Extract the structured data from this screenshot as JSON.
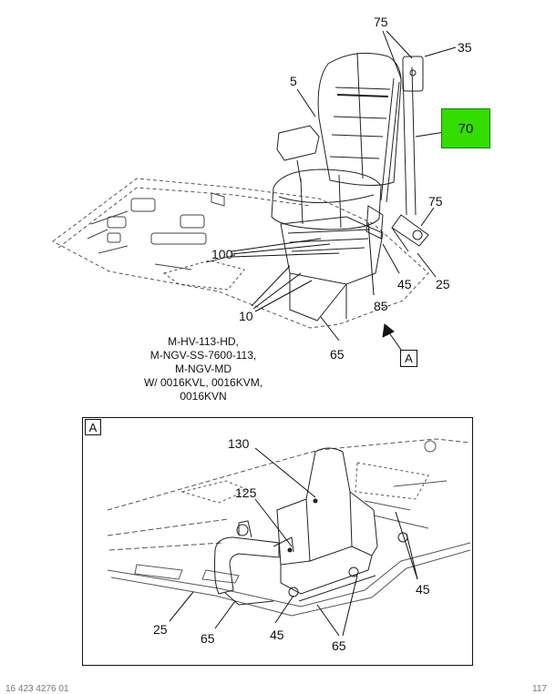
{
  "callouts": {
    "c75_top": "75",
    "c35": "35",
    "c5": "5",
    "c70": "70",
    "c75_right": "75",
    "c100": "100",
    "c45_main": "45",
    "c25_main": "25",
    "c85": "85",
    "c10": "10",
    "c65_main": "65",
    "c130": "130",
    "c125": "125",
    "c45_detail_right": "45",
    "c25_detail": "25",
    "c65_detail_left": "65",
    "c45_detail_bottom": "45",
    "c65_detail_bottom": "65"
  },
  "highlight_color": "#33dd00",
  "view_marker": "A",
  "detail_label": "A",
  "model_note": [
    "M-HV-113-HD,",
    "M-NGV-SS-7600-113,",
    "M-NGV-MD",
    "W/ 0016KVL, 0016KVM,",
    "0016KVN"
  ],
  "footer_left": "16 423 4276 01",
  "footer_right": "117"
}
